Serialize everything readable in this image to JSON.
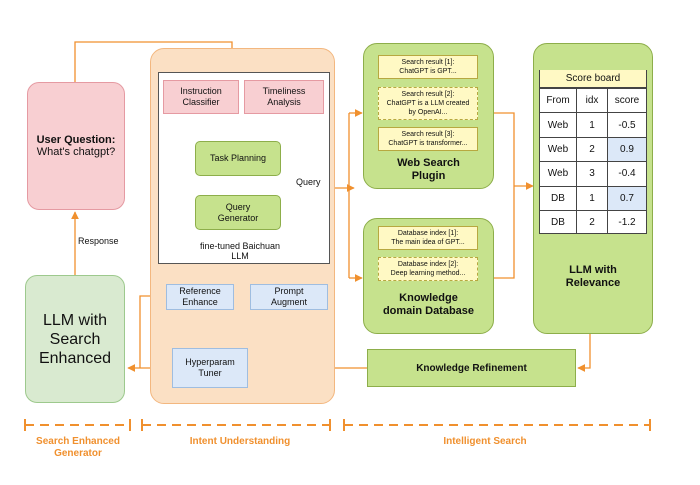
{
  "user_question": {
    "title": "User Question:",
    "text": "What's chatgpt?"
  },
  "llm_search_enhanced": {
    "line1": "LLM with",
    "line2": "Search",
    "line3": "Enhanced"
  },
  "edge_labels": {
    "response": "Response",
    "query": "Query"
  },
  "intent": {
    "instruction_classifier": {
      "line1": "Instruction",
      "line2": "Classifier"
    },
    "timeliness_analysis": {
      "line1": "Timeliness",
      "line2": "Analysis"
    },
    "task_planning": "Task Planning",
    "query_generator": {
      "line1": "Query",
      "line2": "Generator"
    },
    "panel_label": "fine-tuned Baichuan LLM",
    "reference_enhance": {
      "line1": "Reference",
      "line2": "Enhance"
    },
    "prompt_augment": {
      "line1": "Prompt",
      "line2": "Augment"
    },
    "hyperparam_tuner": {
      "line1": "Hyperparam",
      "line2": "Tuner"
    }
  },
  "web_search": {
    "results": [
      {
        "line1": "Search result [1]:",
        "line2": "ChatGPT is GPT...",
        "line3": ""
      },
      {
        "line1": "Search result [2]:",
        "line2": "ChatGPT is a LLM created",
        "line3": "by OpenAI..."
      },
      {
        "line1": "Search result [3]:",
        "line2": "ChatGPT is transformer...",
        "line3": ""
      }
    ],
    "title_line1": "Web Search",
    "title_line2": "Plugin"
  },
  "knowledge_db": {
    "indexes": [
      {
        "line1": "Database index [1]:",
        "line2": "The main idea of GPT..."
      },
      {
        "line1": "Database index [2]:",
        "line2": "Deep learning method..."
      }
    ],
    "title_line1": "Knowledge",
    "title_line2": "domain Database"
  },
  "scoreboard": {
    "title": "Score board",
    "columns": [
      "From",
      "idx",
      "score"
    ],
    "rows": [
      [
        "Web",
        "1",
        "-0.5"
      ],
      [
        "Web",
        "2",
        "0.9"
      ],
      [
        "Web",
        "3",
        "-0.4"
      ],
      [
        "DB",
        "1",
        "0.7"
      ],
      [
        "DB",
        "2",
        "-1.2"
      ]
    ],
    "highlight_color": "#dce8f8"
  },
  "llm_relevance": {
    "line1": "LLM with",
    "line2": "Relevance"
  },
  "knowledge_refinement": "Knowledge Refinement",
  "stages": {
    "generator": {
      "line1": "Search Enhanced",
      "line2": "Generator"
    },
    "intent": "Intent Understanding",
    "search": "Intelligent Search"
  },
  "colors": {
    "arrow": "#f0902e",
    "pink": "#f8cfd2",
    "green": "#c6e28d",
    "light_green": "#d9ead0",
    "peach": "#fbe0c4",
    "blue": "#dce8f8",
    "yellow": "#fff9c4"
  }
}
